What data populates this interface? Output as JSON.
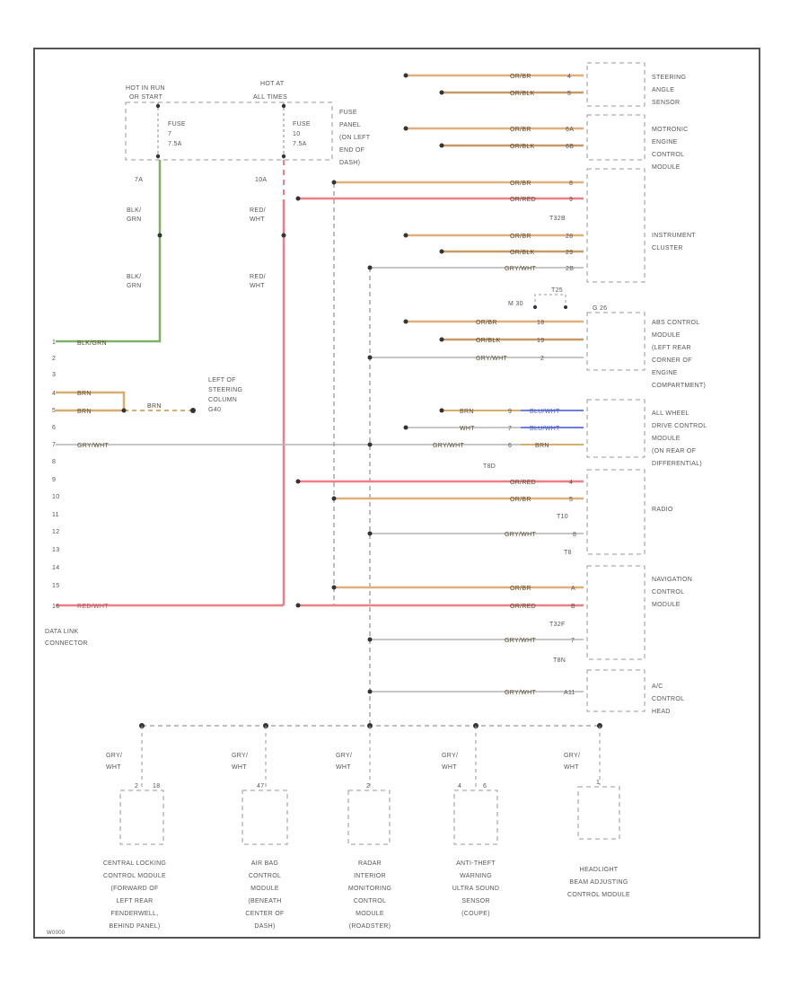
{
  "colors": {
    "or_br": "#e0b07a",
    "br_or": "#c79a66",
    "gr_wht": "#b4b4b4",
    "bu_grn": "#7fb069",
    "red": "#ef7f86",
    "brn": "#d8ae6e",
    "bu_wht": "#6f7fe0",
    "frame": "#555555"
  },
  "fuse_panel": {
    "hot_run": [
      "HOT IN RUN",
      "OR START"
    ],
    "hot_all": [
      "HOT AT",
      "ALL TIMES"
    ],
    "fuse_a": [
      "FUSE",
      "7",
      "7.5A"
    ],
    "fuse_b": [
      "FUSE",
      "10",
      "7.5A"
    ],
    "panel_label": [
      "FUSE",
      "PANEL",
      "(ON LEFT",
      "END OF",
      "DASH)"
    ]
  },
  "left_wires": {
    "w1_pin": "7A",
    "w1_color": [
      "BLK/",
      "GRN"
    ],
    "w1_color2": [
      "BLK/",
      "GRN"
    ],
    "w2_pin": "10A",
    "w2_color": [
      "RED/",
      "WHT"
    ],
    "w2_color2": [
      "RED/",
      "WHT"
    ]
  },
  "dlc": {
    "pins": [
      "1",
      "2",
      "3",
      "4",
      "5",
      "6",
      "7",
      "8",
      "9",
      "10",
      "11",
      "12",
      "13",
      "14",
      "15",
      "16"
    ],
    "pin1_wire": "BLK/GRN",
    "pin4_wire": "BRN",
    "pin5_wire": "BRN",
    "pin7_wire": "GRY/WHT",
    "pin16_wire": "RED/WHT",
    "ground_wire": "BRN",
    "ground_label": [
      "LEFT OF",
      "STEERING",
      "COLUMN",
      "G40"
    ],
    "label": [
      "DATA LINK",
      "CONNECTOR"
    ]
  },
  "right_modules": [
    {
      "wires": [
        "OR/BR",
        "OR/BLK"
      ],
      "pins": [
        "4",
        "5"
      ],
      "label": [
        "STEERING",
        "ANGLE",
        "SENSOR"
      ]
    },
    {
      "wires": [
        "OR/BR",
        "OR/BLK"
      ],
      "pins": [
        "6A",
        "6B"
      ],
      "label": [
        "MOTRONIC",
        "ENGINE",
        "CONTROL",
        "MODULE"
      ]
    },
    {
      "wires": [
        "OR/BR",
        "OR/RED",
        "OR/BR",
        "OR/BLK",
        "GRY/WHT"
      ],
      "pins": [
        "8",
        "9",
        "28",
        "29",
        "2B"
      ],
      "connector": "T32B",
      "label": [
        "INSTRUMENT",
        "CLUSTER"
      ]
    },
    {
      "wires": [
        "OR/BR",
        "OR/BLK",
        "GRY/WHT"
      ],
      "pins": [
        "18",
        "19",
        "2"
      ],
      "connectors": [
        "T25",
        "M 30"
      ],
      "connector_right": "G 26",
      "label": [
        "ABS CONTROL",
        "MODULE",
        "(LEFT REAR",
        "CORNER OF",
        "ENGINE",
        "COMPARTMENT)"
      ]
    },
    {
      "wires": [
        "BRN",
        "BLU/WHT",
        "WHT",
        "BLU/WHT",
        "GRY/WHT",
        "BRN"
      ],
      "pins": [
        "9",
        "7",
        "6"
      ],
      "label": [
        "ALL WHEEL",
        "DRIVE CONTROL",
        "MODULE",
        "(ON REAR OF",
        "DIFFERENTIAL)"
      ]
    },
    {
      "wires": [
        "OR/RED",
        "OR/BR",
        "GRY/WHT"
      ],
      "pins": [
        "4",
        "5",
        "8"
      ],
      "connectors": [
        "T8D",
        "T10",
        "T8"
      ],
      "label": [
        "RADIO"
      ]
    },
    {
      "wires": [
        "OR/BR",
        "OR/RED",
        "GRY/WHT"
      ],
      "pins": [
        "A",
        "B",
        "7"
      ],
      "connectors": [
        "T32F",
        "T8N"
      ],
      "label": [
        "NAVIGATION",
        "CONTROL",
        "MODULE"
      ]
    },
    {
      "wires": [
        "GRY/WHT"
      ],
      "pins": [
        "A11"
      ],
      "label": [
        "A/C",
        "CONTROL",
        "HEAD"
      ]
    }
  ],
  "bottom_modules": [
    {
      "wire": [
        "GRY/",
        "WHT"
      ],
      "pins": [
        "2",
        "18"
      ],
      "label": [
        "CENTRAL LOCKING",
        "CONTROL MODULE",
        "(FORWARD OF",
        "LEFT REAR",
        "FENDERWELL,",
        "BEHIND PANEL)"
      ]
    },
    {
      "wire": [
        "GRY/",
        "WHT"
      ],
      "pins": [
        "47"
      ],
      "label": [
        "AIR BAG",
        "CONTROL",
        "MODULE",
        "(BENEATH",
        "CENTER OF",
        "DASH)"
      ]
    },
    {
      "wire": [
        "GRY/",
        "WHT"
      ],
      "pins": [
        "2"
      ],
      "label": [
        "RADAR",
        "INTERIOR",
        "MONITORING",
        "CONTROL",
        "MODULE",
        "(ROADSTER)"
      ]
    },
    {
      "wire": [
        "GRY/",
        "WHT"
      ],
      "pins": [
        "4",
        "6"
      ],
      "label": [
        "ANTI-THEFT",
        "WARNING",
        "ULTRA SOUND",
        "SENSOR",
        "(COUPE)"
      ]
    },
    {
      "wire": [
        "GRY/",
        "WHT"
      ],
      "pins": [
        "1"
      ],
      "label": [
        "HEADLIGHT",
        "BEAM ADJUSTING",
        "CONTROL MODULE"
      ]
    }
  ],
  "footer_code": "W0000"
}
